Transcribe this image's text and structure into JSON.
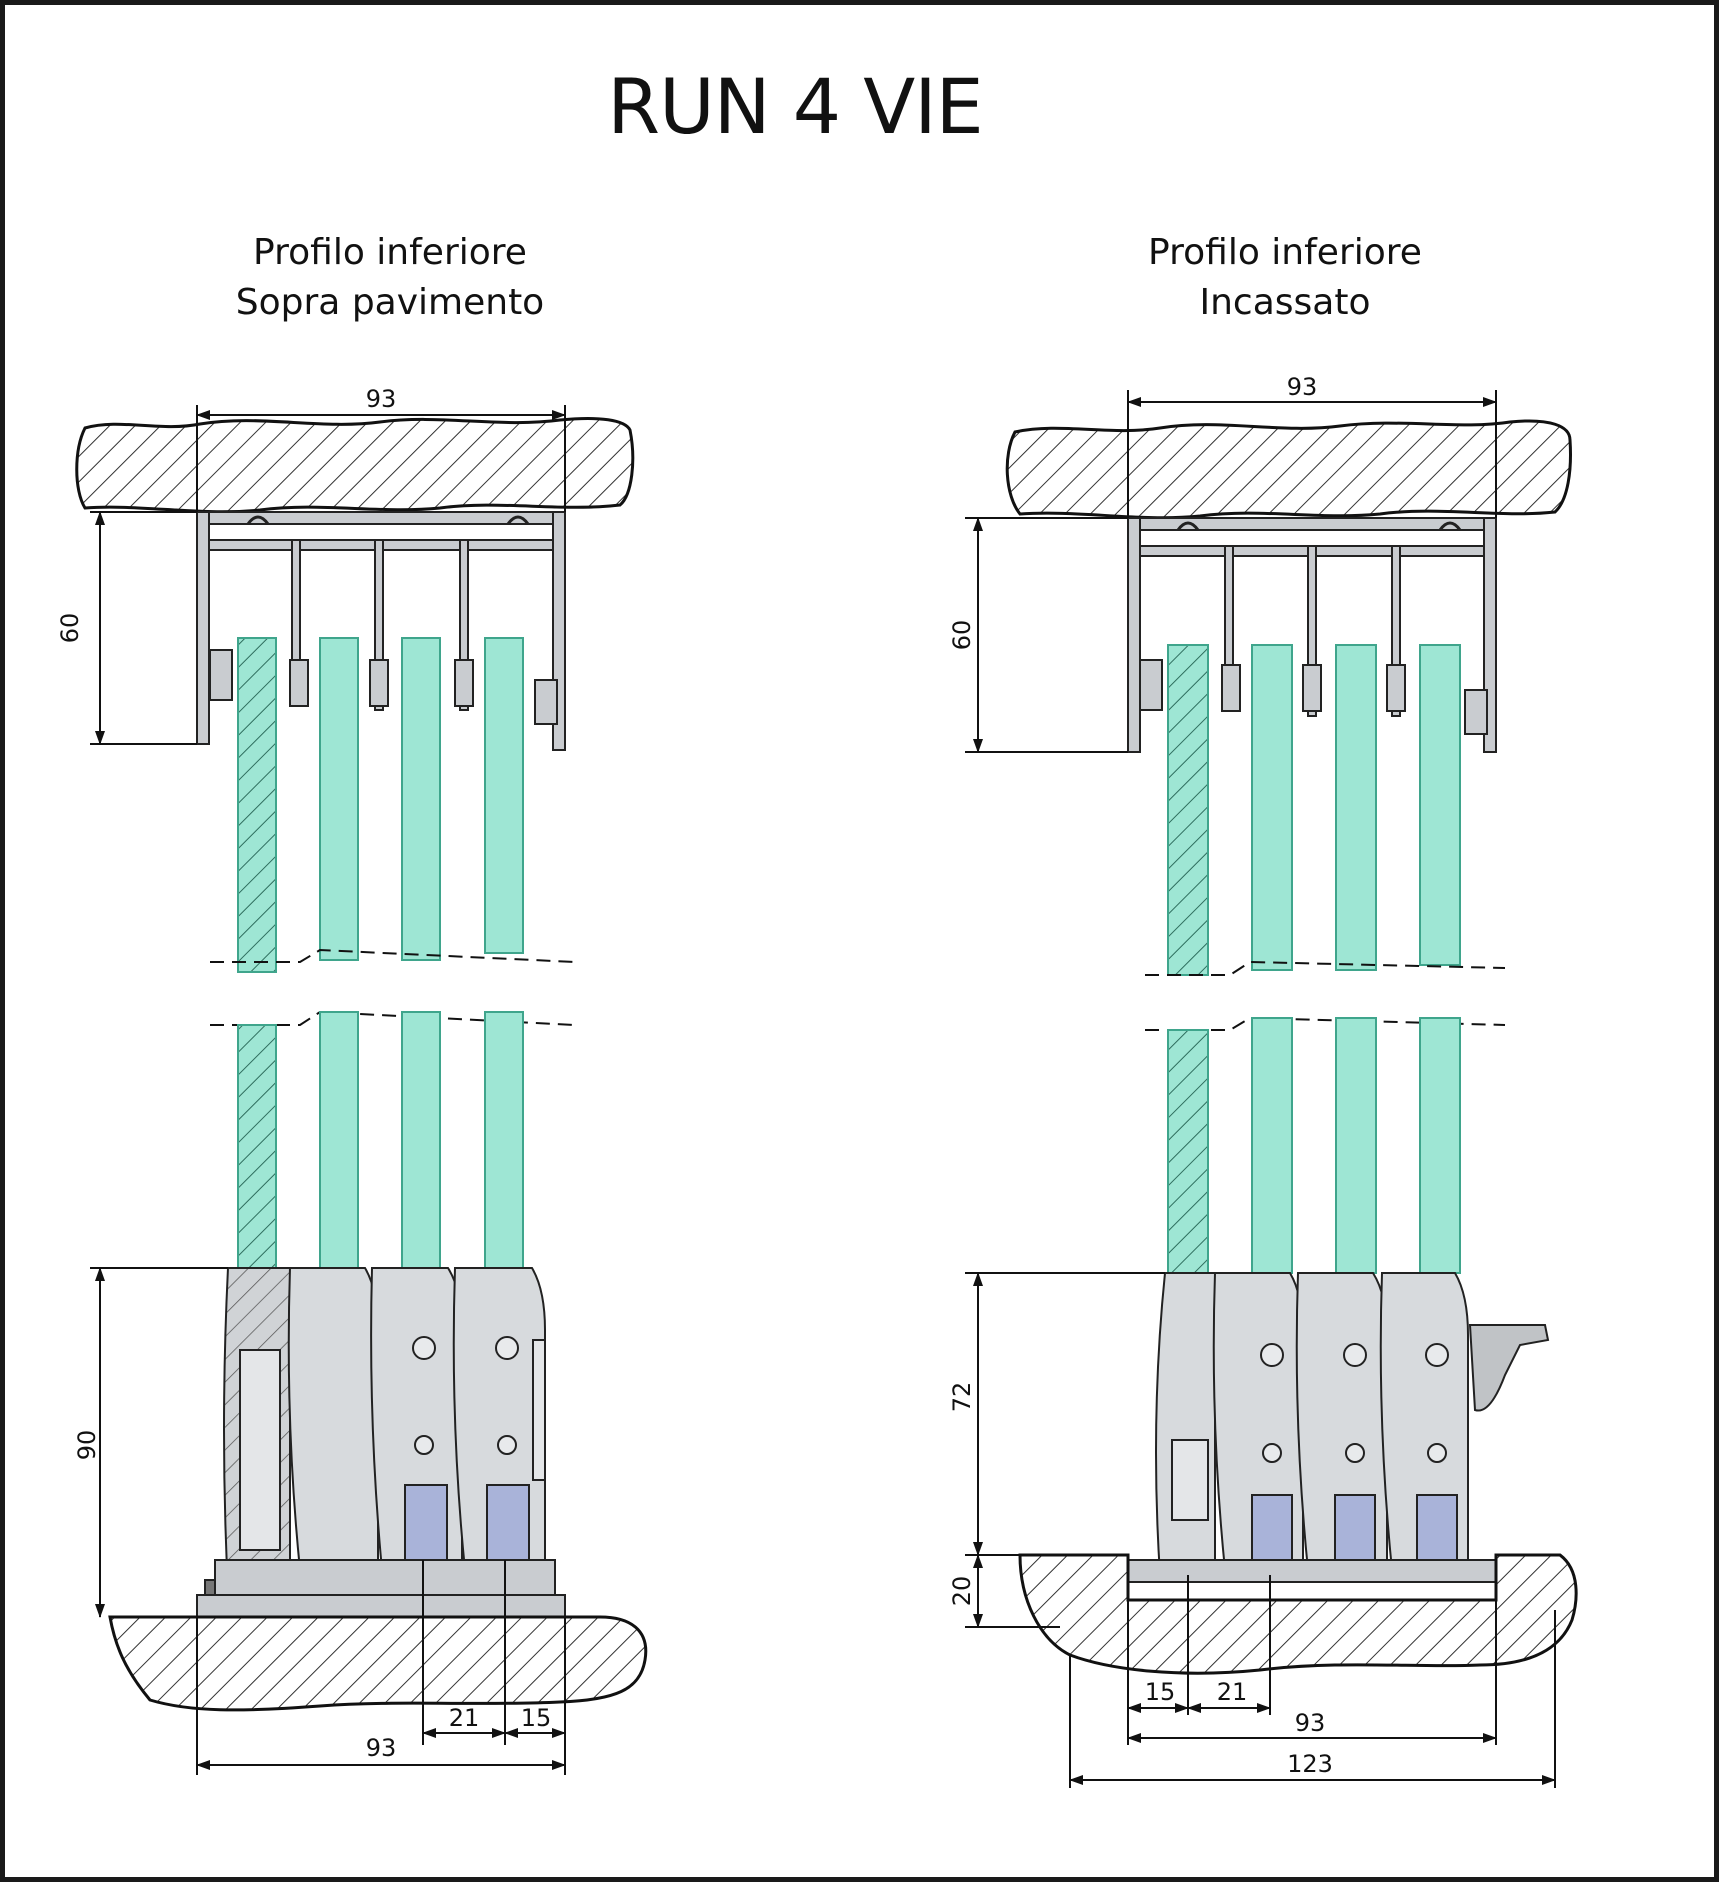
{
  "title": "RUN 4 VIE",
  "left": {
    "subtitle_line1": "Profilo inferiore",
    "subtitle_line2": "Sopra pavimento",
    "dim_top_width": "93",
    "dim_top_height": "60",
    "dim_bottom_height": "90",
    "dim_bottom_21": "21",
    "dim_bottom_15": "15",
    "dim_bottom_width": "93"
  },
  "right": {
    "subtitle_line1": "Profilo inferiore",
    "subtitle_line2": "Incassato",
    "dim_top_width": "93",
    "dim_top_height": "60",
    "dim_bottom_height": "72",
    "dim_bottom_recess": "20",
    "dim_bottom_15": "15",
    "dim_bottom_21": "21",
    "dim_bottom_width": "93",
    "dim_bottom_total": "123"
  },
  "colors": {
    "glass": "#9ee6d4",
    "glass_edge": "#3fa58c",
    "profile": "#c9ccd0",
    "carriage": "#d7dadd",
    "carriage_blue": "#a9b3d9",
    "hatch": "#333333"
  }
}
